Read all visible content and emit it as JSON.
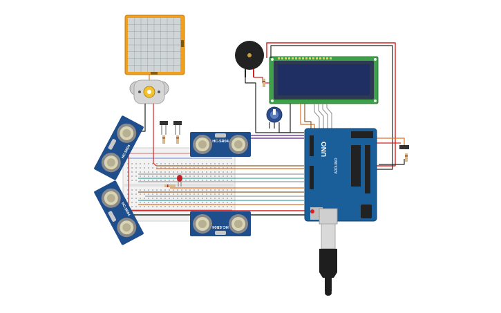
{
  "canvas": {
    "background": "#ffffff"
  },
  "components": {
    "ultrasonic_labels": [
      "HC-SR04",
      "HC-SR04",
      "HC-SR04",
      "HC-SR04"
    ],
    "arduino": {
      "brand": "ARDUINO",
      "model": "UNO"
    }
  },
  "colors": {
    "wire_red": "#d62020",
    "wire_black": "#222222",
    "wire_orange": "#e07020",
    "wire_brown": "#8b5a2b",
    "wire_purple": "#7a3fa0",
    "wire_gray": "#9a9a9a",
    "wire_teal": "#3aa6a6",
    "sensor_blue": "#1f4e8c",
    "arduino_blue": "#1a5e9a",
    "lcd_green": "#3ea04a",
    "lcd_screen": "#1f2f63",
    "servo_orange": "#f0a020"
  }
}
